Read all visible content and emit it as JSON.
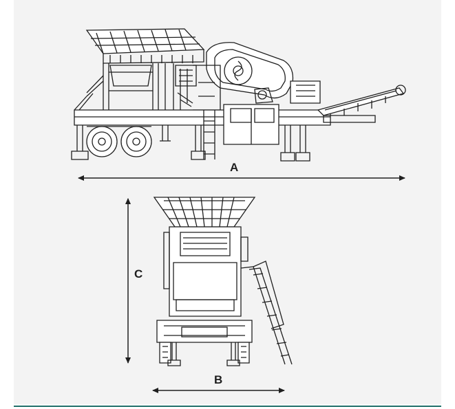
{
  "diagram": {
    "dimension_labels": {
      "length": "A",
      "width": "B",
      "height": "C"
    }
  },
  "colors": {
    "panel_background": "#f3f3f3",
    "line": "#1f1f1f",
    "accent_rule": "#1e6e68"
  }
}
